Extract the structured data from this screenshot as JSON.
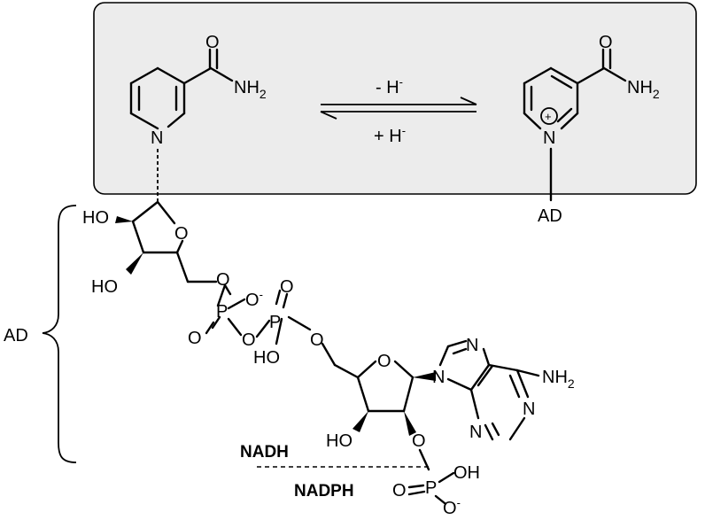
{
  "box": {
    "background": "#ececec",
    "border": "#000000"
  },
  "left_molecule": {
    "n_label": "N",
    "o_label": "O",
    "nh2_main": "NH",
    "nh2_sub": "2"
  },
  "equilibrium": {
    "forward_main": "- H",
    "forward_sup": "-",
    "reverse_main": "+ H",
    "reverse_sup": "-"
  },
  "right_molecule": {
    "n_label": "N",
    "charge": "+",
    "o_label": "O",
    "nh2_main": "NH",
    "nh2_sub": "2",
    "ad_label": "AD"
  },
  "bracket_label": "AD",
  "ribose_top": {
    "ho1": "HO",
    "ho2": "HO",
    "ring_o": "O"
  },
  "diphosphate": {
    "o_link1": "O",
    "p1": "P",
    "o_minus": "O",
    "o_minus_sup": "-",
    "o_double1": "O",
    "o_bridge": "O",
    "p2": "P",
    "o_double2": "O",
    "ho": "HO",
    "o_link2": "O"
  },
  "ribose_bottom": {
    "ring_o": "O",
    "ho": "HO",
    "o_2prime": "O"
  },
  "adenine": {
    "n7": "N",
    "n9": "N",
    "n1": "N",
    "n3": "N",
    "nh2_main": "NH",
    "nh2_sub": "2"
  },
  "phosphate": {
    "p": "P",
    "o_double": "O",
    "oh": "OH",
    "o_minus": "O",
    "o_minus_sup": "-"
  },
  "labels": {
    "nadh": "NADH",
    "nadph": "NADPH"
  }
}
